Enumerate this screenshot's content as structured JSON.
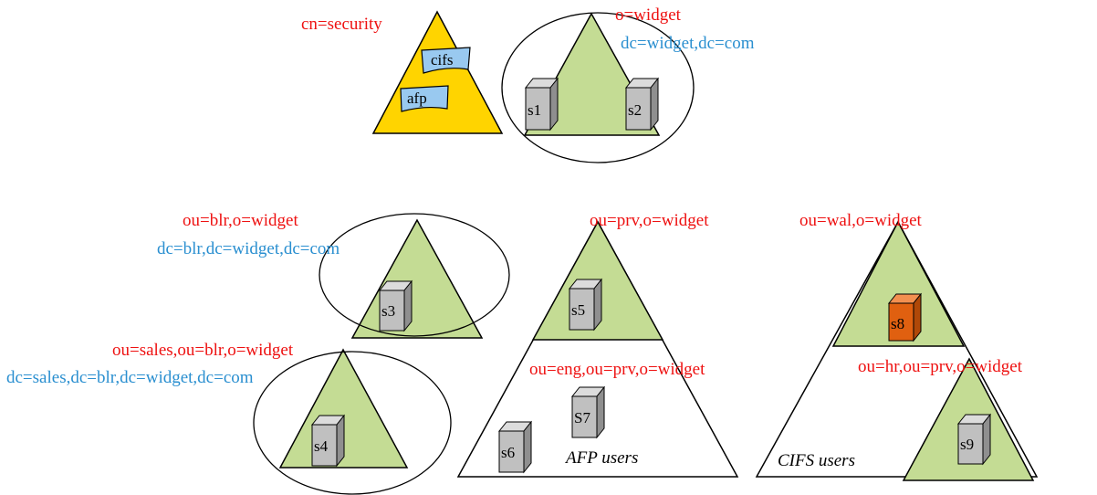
{
  "trees": {
    "security": {
      "label": "cn=security",
      "items": [
        "cifs",
        "afp"
      ]
    },
    "widget": {
      "label": "o=widget",
      "dc": "dc=widget,dc=com",
      "servers": [
        "s1",
        "s2"
      ]
    },
    "blr": {
      "label": "ou=blr,o=widget",
      "dc": "dc=blr,dc=widget,dc=com",
      "servers": [
        "s3"
      ]
    },
    "sales": {
      "label": "ou=sales,ou=blr,o=widget",
      "dc": "dc=sales,dc=blr,dc=widget,dc=com",
      "servers": [
        "s4"
      ]
    },
    "prv": {
      "label": "ou=prv,o=widget",
      "servers": [
        "s5"
      ]
    },
    "eng": {
      "label": "ou=eng,ou=prv,o=widget",
      "servers": [
        "s6",
        "S7"
      ],
      "group": "AFP users"
    },
    "wal": {
      "label": "ou=wal,o=widget",
      "servers": [
        "s8"
      ],
      "group": "CIFS users"
    },
    "hr": {
      "label": "ou=hr,ou=prv,o=widget",
      "servers": [
        "s9"
      ]
    }
  },
  "colors": {
    "dn_text": "#ee1111",
    "dc_text": "#2a8fd0",
    "tree_fill": "#c4dc94",
    "security_fill": "#ffd400",
    "server_fill": "#c0c0c0",
    "highlight_server": "#e06010",
    "entry_fill": "#99c9f0"
  }
}
